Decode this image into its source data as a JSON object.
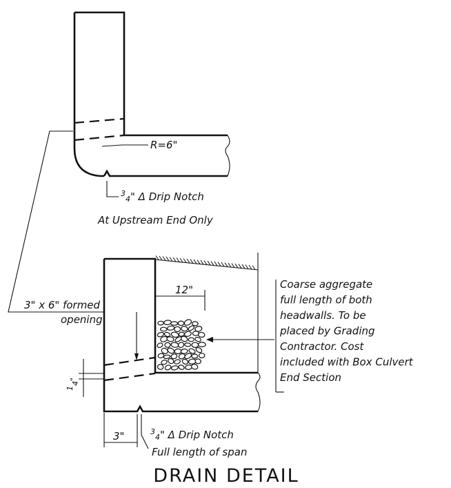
{
  "title": "DRAIN DETAIL",
  "upper": {
    "radius_label": "R=6\"",
    "notch_label": {
      "num": "3",
      "den": "4",
      "rest": "\" Δ Drip Notch"
    },
    "location_note": "At Upstream End Only"
  },
  "opening_label": {
    "line1": "3\" x 6\" formed",
    "line2": "opening"
  },
  "lower": {
    "dim_12": "12\"",
    "dim_3": "3\"",
    "dim_quarter": {
      "num": "1",
      "den": "4",
      "unit": "\""
    },
    "notch_label": {
      "num": "3",
      "den": "4",
      "rest": "\" Δ Drip Notch"
    },
    "span_note": "Full length of span",
    "aggregate_note": [
      "Coarse aggregate",
      "full length of both",
      "headwalls.  To be",
      "placed by Grading",
      "Contractor.  Cost",
      "included with Box Culvert",
      "End Section"
    ]
  }
}
